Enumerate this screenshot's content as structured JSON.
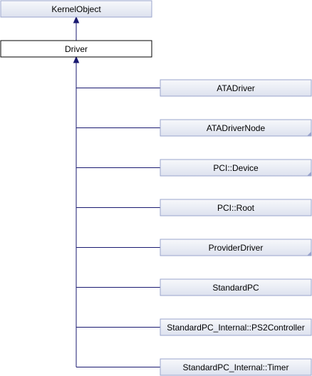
{
  "diagram": {
    "base": {
      "label": "KernelObject"
    },
    "root": {
      "label": "Driver"
    },
    "children": [
      {
        "label": "ATADriver",
        "truncated": false
      },
      {
        "label": "ATADriverNode",
        "truncated": true
      },
      {
        "label": "PCI::Device",
        "truncated": true
      },
      {
        "label": "PCI::Root",
        "truncated": false
      },
      {
        "label": "ProviderDriver",
        "truncated": true
      },
      {
        "label": "StandardPC",
        "truncated": false
      },
      {
        "label": "StandardPC_Internal::PS2Controller",
        "truncated": false
      },
      {
        "label": "StandardPC_Internal::Timer",
        "truncated": false
      }
    ]
  },
  "colors": {
    "edge": "#191970",
    "node_border_gray": "#9AA4CD",
    "node_fill_gray_top": "#F7F8FB",
    "node_fill_gray_bottom": "#DDE2EF",
    "node_border_root": "#000000",
    "node_fill_root": "#FFFFFF",
    "text": "#000000"
  }
}
